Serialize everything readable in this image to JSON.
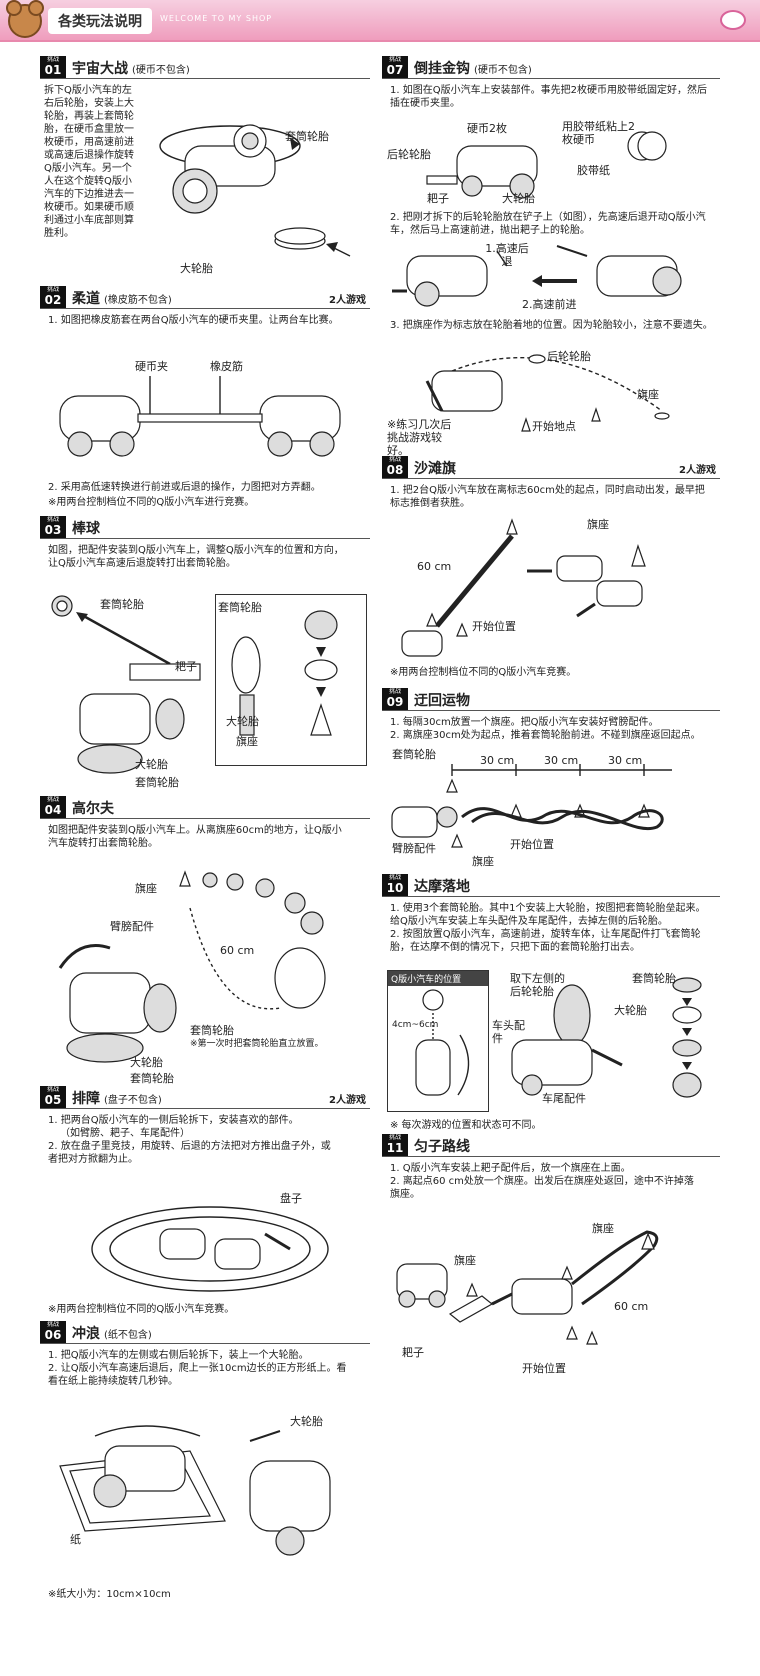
{
  "header": {
    "title": "各类玩法说明",
    "shop": "WELCOME TO MY SHOP"
  },
  "badge": "挑战",
  "s1": {
    "num": "01",
    "title": "宇宙大战",
    "note": "(硬币不包含)",
    "text": "拆下Q版小汽车的左右后轮胎，安装上大轮胎，再装上套筒轮胎，在硬币盒里放一枚硬币，用高速前进或高速后退操作旋转Q版小汽车。另一个人在这个旋转Q版小汽车的下边推进去一枚硬币。如果硬币顺利通过小车底部则算胜利。",
    "l1": "套筒轮胎",
    "l2": "大轮胎"
  },
  "s2": {
    "num": "02",
    "title": "柔道",
    "note": "(橡皮筋不包含)",
    "players": "2人游戏",
    "t1": "1. 如图把橡皮筋套在两台Q版小汽车的硬币夹里。让两台车比赛。",
    "l1": "硬币夹",
    "l2": "橡皮筋",
    "t2": "2. 采用高低速转换进行前进或后退的操作，力图把对方弄翻。",
    "t3": "※用两台控制档位不同的Q版小汽车进行竞赛。"
  },
  "s3": {
    "num": "03",
    "title": "棒球",
    "text": "如图，把配件安装到Q版小汽车上，调整Q版小汽车的位置和方向，让Q版小汽车高速后退旋转打出套筒轮胎。",
    "l1": "套筒轮胎",
    "l2": "套筒轮胎",
    "l3": "耙子",
    "l4": "大轮胎",
    "l5": "旗座",
    "l6": "大轮胎",
    "l7": "套筒轮胎"
  },
  "s4": {
    "num": "04",
    "title": "高尔夫",
    "text": "如图把配件安装到Q版小汽车上。从离旗座60cm的地方，让Q版小汽车旋转打出套筒轮胎。",
    "l1": "旗座",
    "l2": "臂膀配件",
    "l3": "60 cm",
    "l4": "套筒轮胎",
    "l5": "※第一次时把套筒轮胎直立放置。",
    "l6": "大轮胎",
    "l7": "套筒轮胎"
  },
  "s5": {
    "num": "05",
    "title": "排障",
    "note": "(盘子不包含)",
    "players": "2人游戏",
    "t1": "1. 把两台Q版小汽车的一侧后轮拆下，安装喜欢的部件。",
    "t1b": "（如臂膀、耙子、车尾配件）",
    "t2": "2. 放在盘子里竞技，用旋转、后退的方法把对方推出盘子外，或者把对方掀翻为止。",
    "l1": "盘子",
    "t3": "※用两台控制档位不同的Q版小汽车竞赛。"
  },
  "s6": {
    "num": "06",
    "title": "冲浪",
    "note": "(纸不包含)",
    "t1": "1. 把Q版小汽车的左侧或右侧后轮拆下，装上一个大轮胎。",
    "t2": "2. 让Q版小汽车高速后退后，爬上一张10cm边长的正方形纸上。看看在纸上能持续旋转几秒钟。",
    "l1": "大轮胎",
    "l2": "纸",
    "t3": "※纸大小为：10cm×10cm"
  },
  "s7": {
    "num": "07",
    "title": "倒挂金钩",
    "note": "(硬币不包含)",
    "t1": "1. 如图在Q版小汽车上安装部件。事先把2枚硬币用胶带纸固定好，然后插在硬币夹里。",
    "l1": "硬币2枚",
    "l2": "用胶带纸粘上2枚硬币",
    "l3": "后轮轮胎",
    "l4": "胶带纸",
    "l5": "耙子",
    "l6": "大轮胎",
    "t2": "2. 把刚才拆下的后轮轮胎放在铲子上（如图），先高速后退开动Q版小汽车，然后马上高速前进，抛出耙子上的轮胎。",
    "l7": "1.高速后退",
    "l8": "2.高速前进",
    "t3": "3. 把旗座作为标志放在轮胎着地的位置。因为轮胎较小，注意不要遗失。",
    "l9": "后轮轮胎",
    "l10": "旗座",
    "l11": "开始地点",
    "l12": "※练习几次后挑战游戏较好。"
  },
  "s8": {
    "num": "08",
    "title": "沙滩旗",
    "players": "2人游戏",
    "t1": "1. 把2台Q版小汽车放在离标志60cm处的起点，同时启动出发，最早把标志推倒者获胜。",
    "l1": "旗座",
    "l2": "60 cm",
    "l3": "开始位置",
    "t2": "※用两台控制档位不同的Q版小汽车竞赛。"
  },
  "s9": {
    "num": "09",
    "title": "迂回运物",
    "t1": "1. 每隔30cm放置一个旗座。把Q版小汽车安装好臂膀配件。",
    "t2": "2. 离旗座30cm处为起点，推着套筒轮胎前进。不碰到旗座返回起点。",
    "l1": "套筒轮胎",
    "d1": "30 cm",
    "d2": "30 cm",
    "d3": "30 cm",
    "l2": "臂膀配件",
    "l3": "开始位置",
    "l4": "旗座"
  },
  "s10": {
    "num": "10",
    "title": "达摩落地",
    "t1": "1. 使用3个套筒轮胎。其中1个安装上大轮胎，按图把套筒轮胎垒起来。给Q版小汽车安装上车头配件及车尾配件，去掉左侧的后轮胎。",
    "t2": "2. 按图放置Q版小汽车，高速前进，旋转车体，让车尾配件打飞套筒轮胎，在达摩不倒的情况下，只把下面的套筒轮胎打出去。",
    "box": "Q版小汽车的位置",
    "l1": "4cm~6cm",
    "l2": "取下左侧的后轮轮胎",
    "l3": "车头配件",
    "l4": "车尾配件",
    "l5": "套筒轮胎",
    "l6": "大轮胎",
    "t3": "※ 每次游戏的位置和状态可不同。"
  },
  "s11": {
    "num": "11",
    "title": "匀子路线",
    "t1": "1. Q版小汽车安装上耙子配件后，放一个旗座在上面。",
    "t2": "2. 离起点60 cm处放一个旗座。出发后在旗座处返回，途中不许掉落旗座。",
    "l1": "旗座",
    "l2": "旗座",
    "l3": "60 cm",
    "l4": "耙子",
    "l5": "开始位置"
  }
}
